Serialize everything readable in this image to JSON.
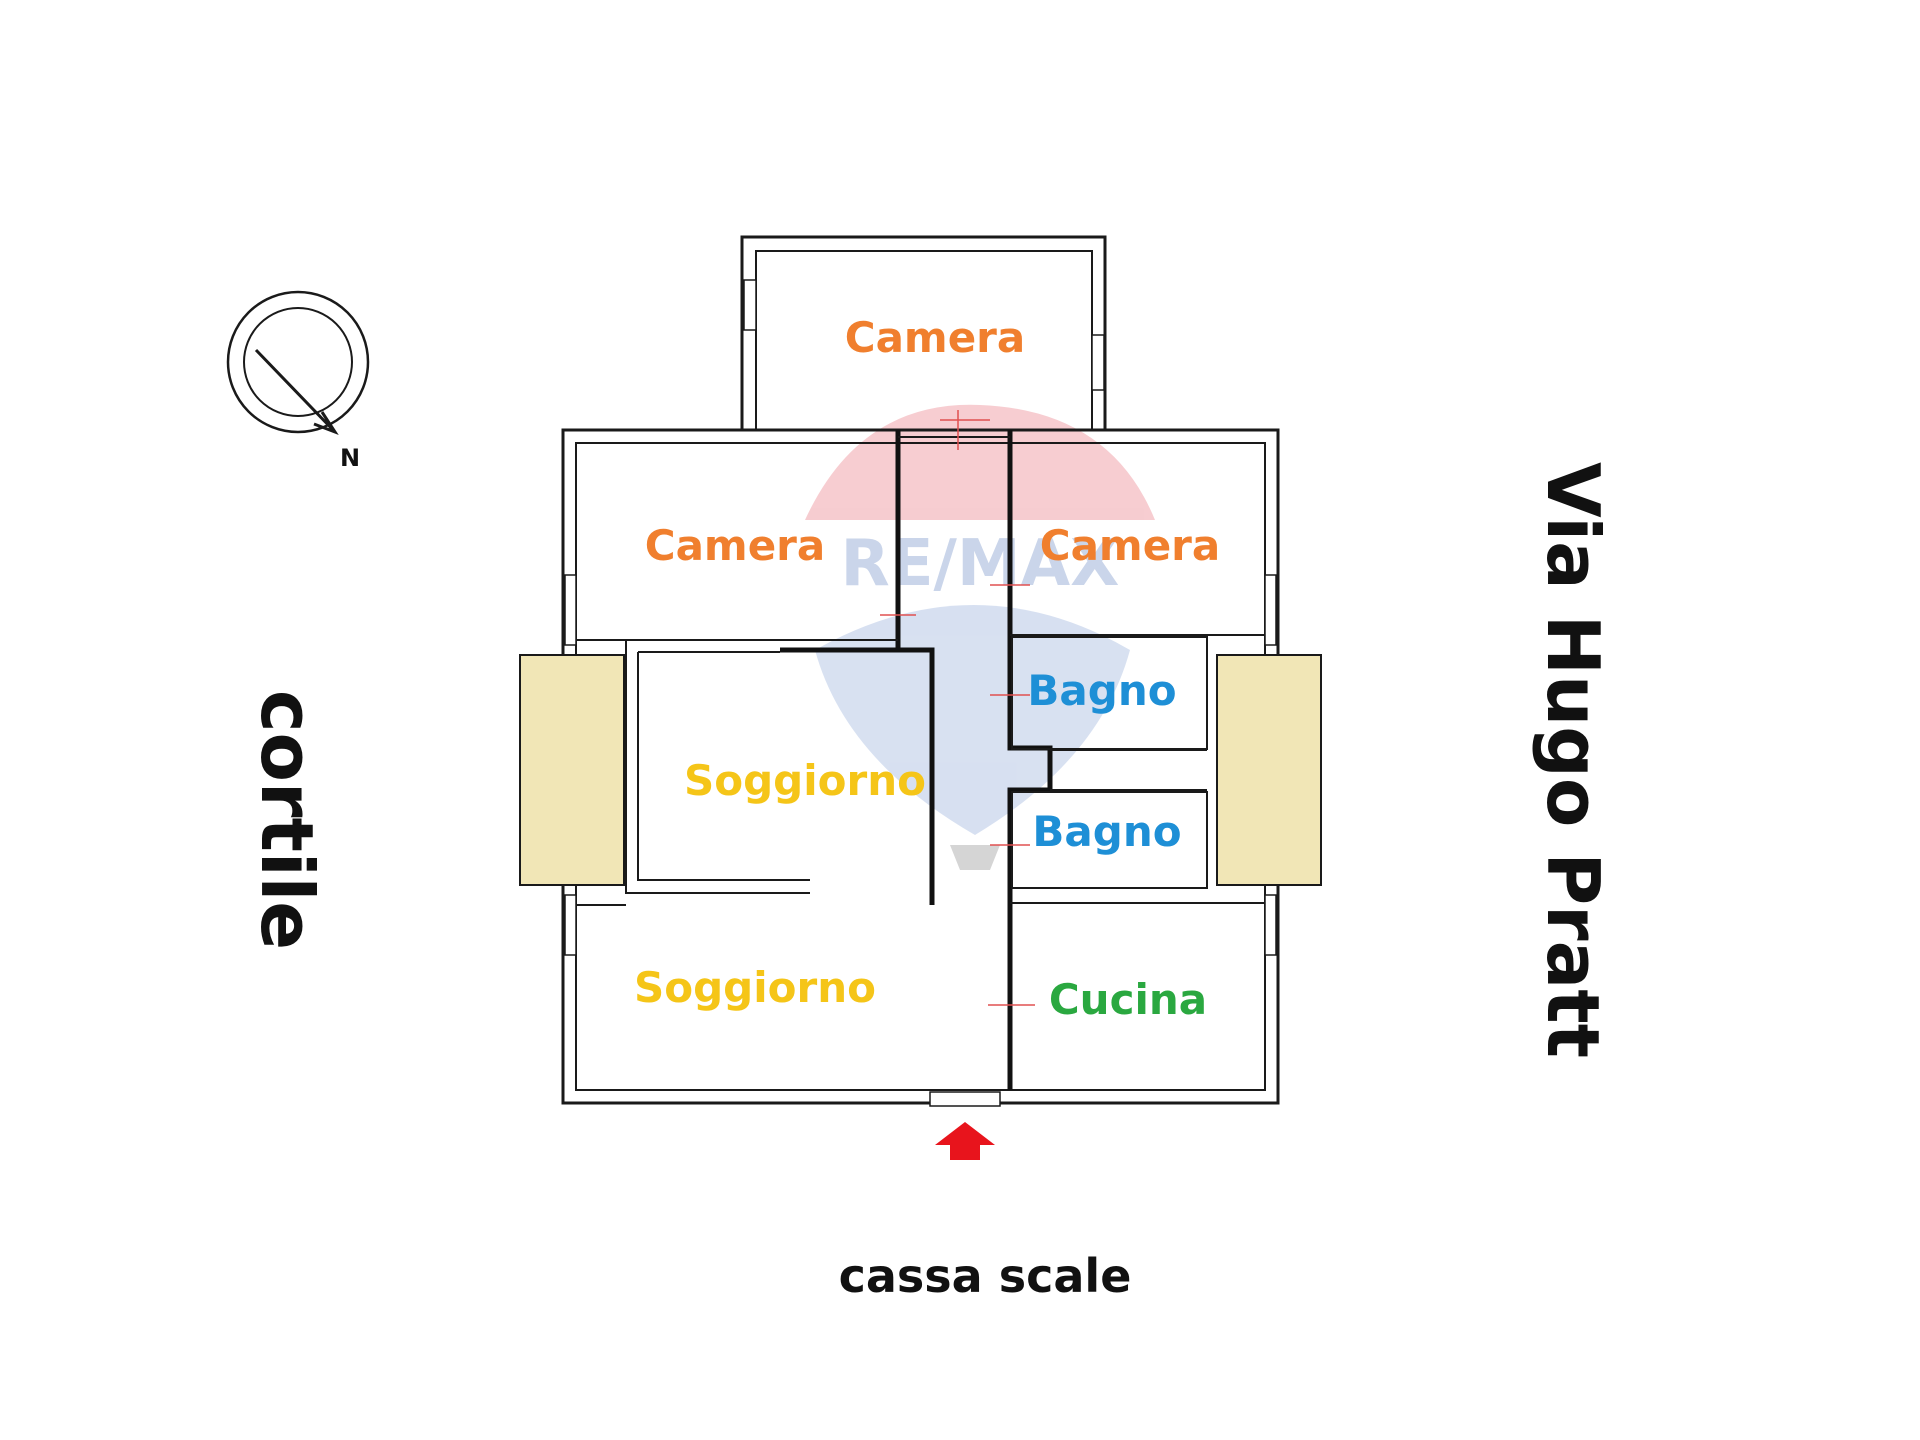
{
  "rooms": [
    {
      "label": "Camera",
      "color": "#f07f2e"
    },
    {
      "label": "Camera",
      "color": "#f07f2e"
    },
    {
      "label": "Camera",
      "color": "#f07f2e"
    },
    {
      "label": "Soggiorno",
      "color": "#f5c518"
    },
    {
      "label": "Soggiorno",
      "color": "#f5c518"
    },
    {
      "label": "Bagno",
      "color": "#1e8fd6"
    },
    {
      "label": "Bagno",
      "color": "#1e8fd6"
    },
    {
      "label": "Cucina",
      "color": "#2aa840"
    }
  ],
  "surroundings": {
    "left": "cortile",
    "right": "Via Hugo Pratt",
    "bottom": "cassa scale"
  },
  "compass": {
    "label": "N"
  },
  "watermark": {
    "text": "RE/MAX"
  },
  "colors": {
    "balcony": "#f1e6b6",
    "entrance_arrow": "#e8141c",
    "walls": "#1a1a1a"
  },
  "icons": {
    "entrance": "entrance-arrow-icon",
    "compass": "compass-icon",
    "watermark": "remax-balloon-icon"
  }
}
